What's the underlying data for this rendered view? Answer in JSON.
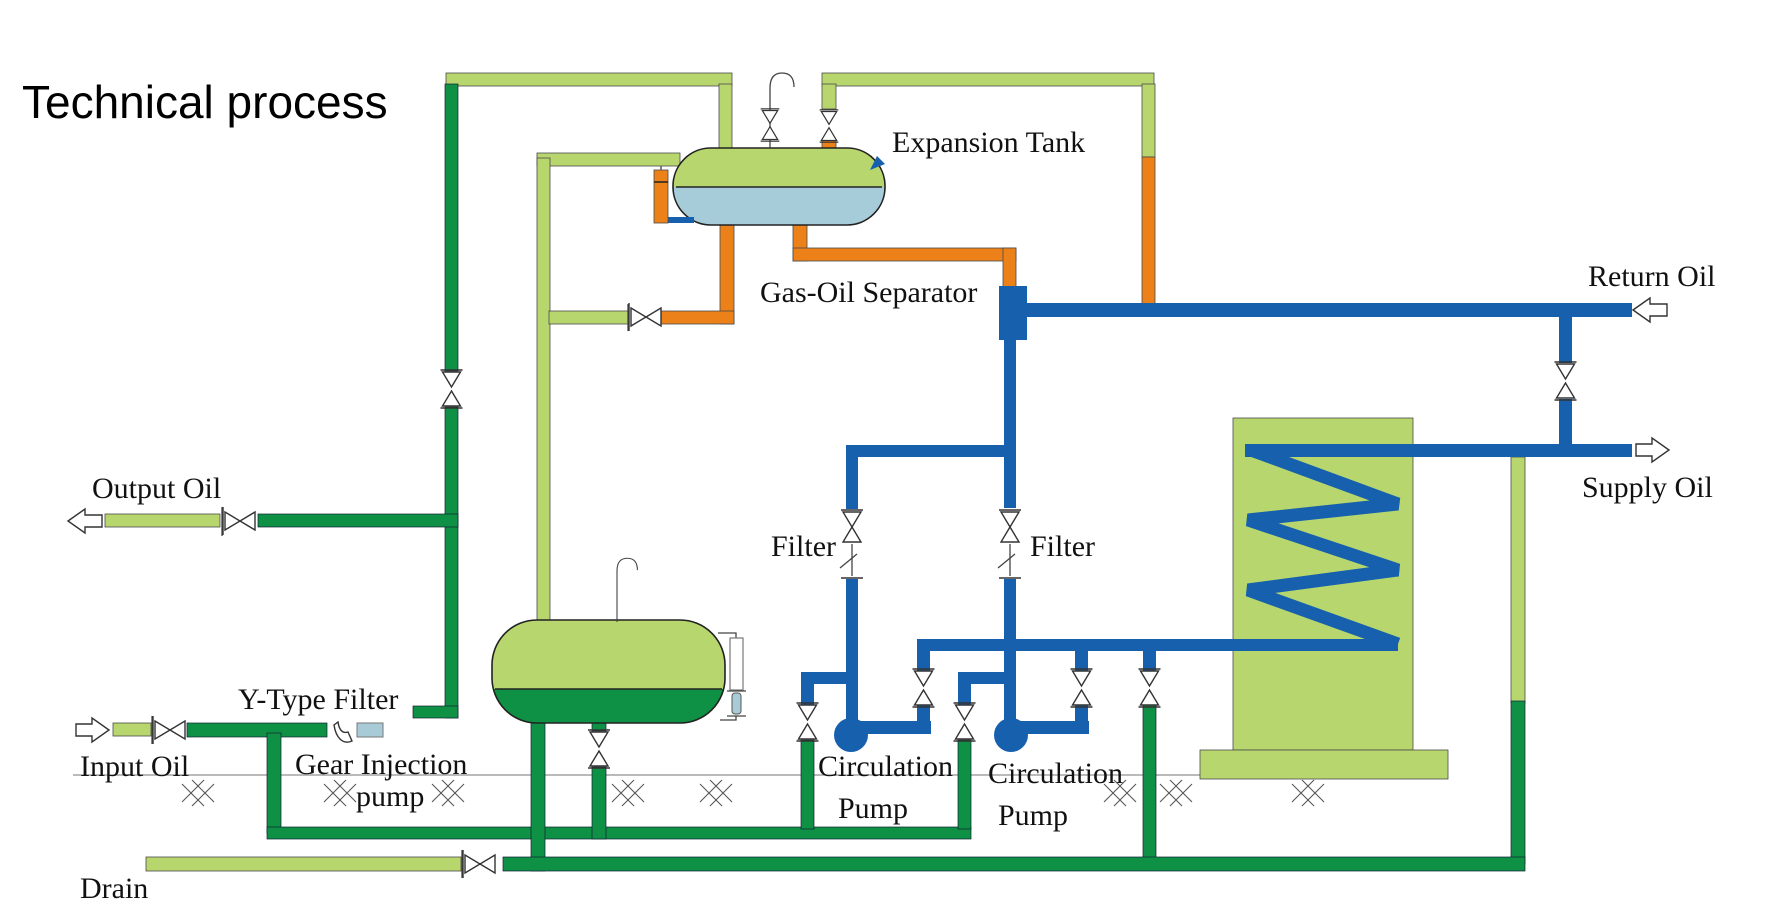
{
  "title": "Technical process",
  "labels": {
    "expansion_tank": "Expansion Tank",
    "gas_oil_separator": "Gas-Oil Separator",
    "return_oil": "Return Oil",
    "supply_oil": "Supply Oil",
    "filter_left": "Filter",
    "filter_right": "Filter",
    "circulation_pump_1": {
      "line1": "Circulation",
      "line2": "Pump"
    },
    "circulation_pump_2": {
      "line1": "Circulation",
      "line2": "Pump"
    },
    "y_type_filter": "Y-Type Filter",
    "input_oil": "Input Oil",
    "gear_injection_pump": {
      "line1": "Gear Injection",
      "line2": "pump"
    },
    "output_oil": "Output Oil",
    "drain": "Drain"
  },
  "colors": {
    "light_green": "#b7d76e",
    "dark_green": "#0e9144",
    "orange": "#ec8119",
    "pipe_blue": "#1660ae",
    "liquid_blue": "#a7ccd9",
    "equipment_blue_grey": "#a9cbd8",
    "outline": "#4a4a4a",
    "ground_line": "#909090",
    "text": "#111111"
  }
}
